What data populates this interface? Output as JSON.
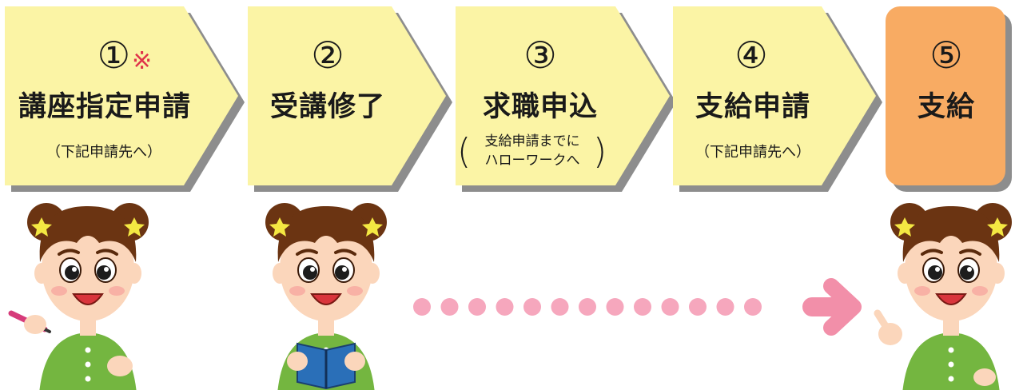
{
  "colors": {
    "step_fill": "#fbf4a5",
    "step_shadow": "#8d8d8d",
    "final_fill": "#f8ab63",
    "dot": "#f6a7bd",
    "arrow": "#f28fa9",
    "shirt": "#74b640",
    "hair": "#6b3412",
    "skin": "#fbd6bb"
  },
  "steps": [
    {
      "number": "①",
      "mark": "※",
      "title": "講座指定申請",
      "note": "（下記申請先へ）"
    },
    {
      "number": "②",
      "title": "受講修了"
    },
    {
      "number": "③",
      "title": "求職申込",
      "note_lines": [
        "支給申請までに",
        "ハローワークへ"
      ]
    },
    {
      "number": "④",
      "title": "支給申請",
      "note": "（下記申請先へ）"
    },
    {
      "number": "⑤",
      "title": "支給"
    }
  ],
  "characters": [
    {
      "name": "girl-writing",
      "holds": "pencil"
    },
    {
      "name": "girl-reading",
      "holds": "book"
    },
    {
      "name": "girl-pointing",
      "holds": "none"
    }
  ],
  "progress_dots": 13
}
